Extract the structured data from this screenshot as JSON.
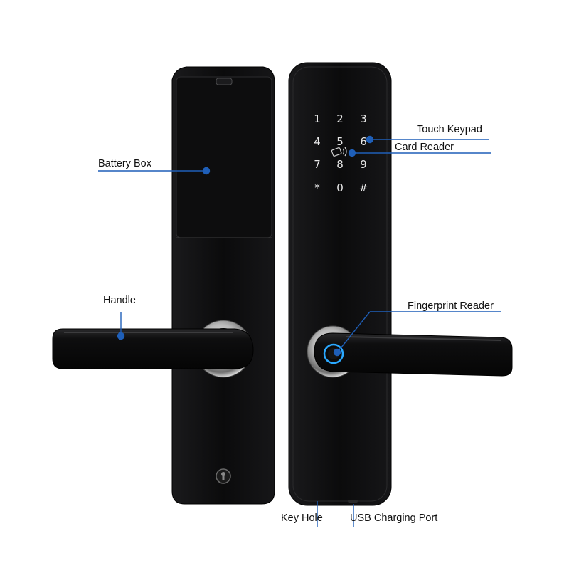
{
  "callouts": {
    "battery_box": "Battery Box",
    "handle": "Handle",
    "touch_keypad": "Touch Keypad",
    "card_reader": "Card Reader",
    "fingerprint_reader": "Fingerprint Reader",
    "key_hole": "Key Hole",
    "usb_charging_port": "USB Charging Port"
  },
  "keypad": {
    "keys": [
      "1",
      "2",
      "3",
      "4",
      "5",
      "6",
      "7",
      "8",
      "9",
      "*",
      "0",
      "#"
    ]
  },
  "colors": {
    "callout_line": "#1f5fb8",
    "lock_body": "#0b0b0c",
    "fingerprint_ring": "#2aa8ff"
  }
}
